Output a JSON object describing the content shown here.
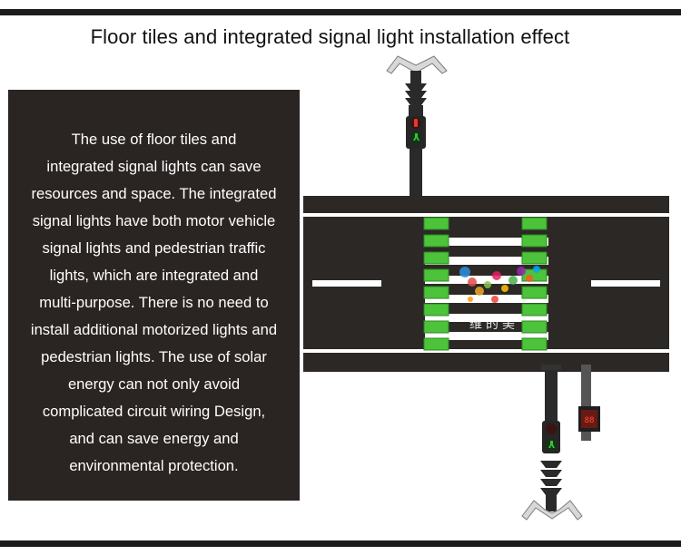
{
  "title": "Floor tiles and integrated signal light installation effect",
  "description": "The use of floor tiles and\nintegrated signal lights can save\nresources and space. The integrated\nsignal lights have both motor vehicle\nsignal lights and pedestrian traffic\nlights, which are integrated and\nmulti-purpose. There is no need to\ninstall additional motorized lights and\npedestrian lights. The use of solar\nenergy can not only avoid\ncomplicated circuit wiring Design,\nand can save energy and\nenvironmental protection.",
  "watermark": "维的美",
  "colors": {
    "frame": "#1b1b1b",
    "text_panel": "#2a2422",
    "road": "#2b2826",
    "lane_line": "#ffffff",
    "floor_tile": "#4cc33a",
    "pole": "#2a2a2a",
    "signal_red": "#e53a2f",
    "signal_green": "#34c33c"
  },
  "icons": [
    "top-signal-pole",
    "bottom-signal-pole",
    "countdown-display",
    "pedestrian-red-icon",
    "pedestrian-green-icon"
  ]
}
